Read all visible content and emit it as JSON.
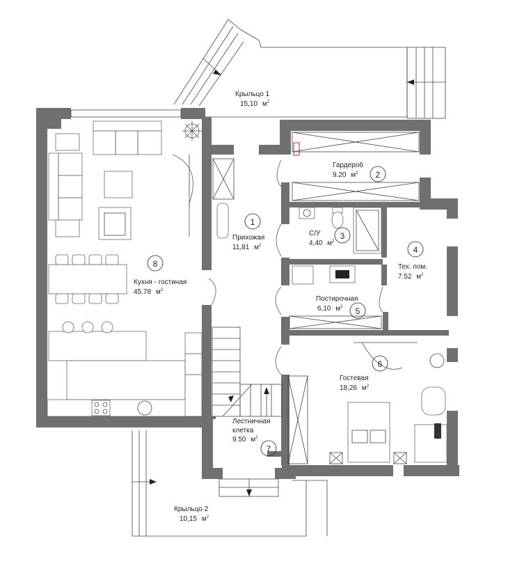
{
  "rooms": [
    {
      "id": "r1",
      "number": "1",
      "name": "Прихожая",
      "name2": "",
      "area": "11,81",
      "unit": "м",
      "sup": "2"
    },
    {
      "id": "r2",
      "number": "2",
      "name": "Гардероб",
      "name2": "",
      "area": "9.20",
      "unit": "м",
      "sup": "2"
    },
    {
      "id": "r3",
      "number": "3",
      "name": "С/У",
      "name2": "",
      "area": "4,40",
      "unit": "м",
      "sup": "2"
    },
    {
      "id": "r4",
      "number": "4",
      "name": "Тех. пом.",
      "name2": "",
      "area": "7.52",
      "unit": "м",
      "sup": "2"
    },
    {
      "id": "r5",
      "number": "5",
      "name": "Постирочная",
      "name2": "",
      "area": "6,10",
      "unit": "м",
      "sup": "2"
    },
    {
      "id": "r6",
      "number": "6",
      "name": "Гостевая",
      "name2": "",
      "area": "18,26",
      "unit": "м",
      "sup": "2"
    },
    {
      "id": "r7",
      "number": "7",
      "name": "Лестничная",
      "name2": "клетка",
      "area": "9.50",
      "unit": "м",
      "sup": "2"
    },
    {
      "id": "r8",
      "number": "8",
      "name": "Кухня - гостиная",
      "name2": "",
      "area": "45.78",
      "unit": "м",
      "sup": "2"
    }
  ],
  "porches": [
    {
      "id": "p1",
      "name": "Крыльцо 1",
      "area": "15,10",
      "unit": "м",
      "sup": "2"
    },
    {
      "id": "p2",
      "name": "Крыльцо 2",
      "area": "10,15",
      "unit": "м",
      "sup": "2"
    }
  ],
  "colors": {
    "wall": "#707070",
    "line": "#444444",
    "accent": "#d22222",
    "background": "#ffffff"
  }
}
